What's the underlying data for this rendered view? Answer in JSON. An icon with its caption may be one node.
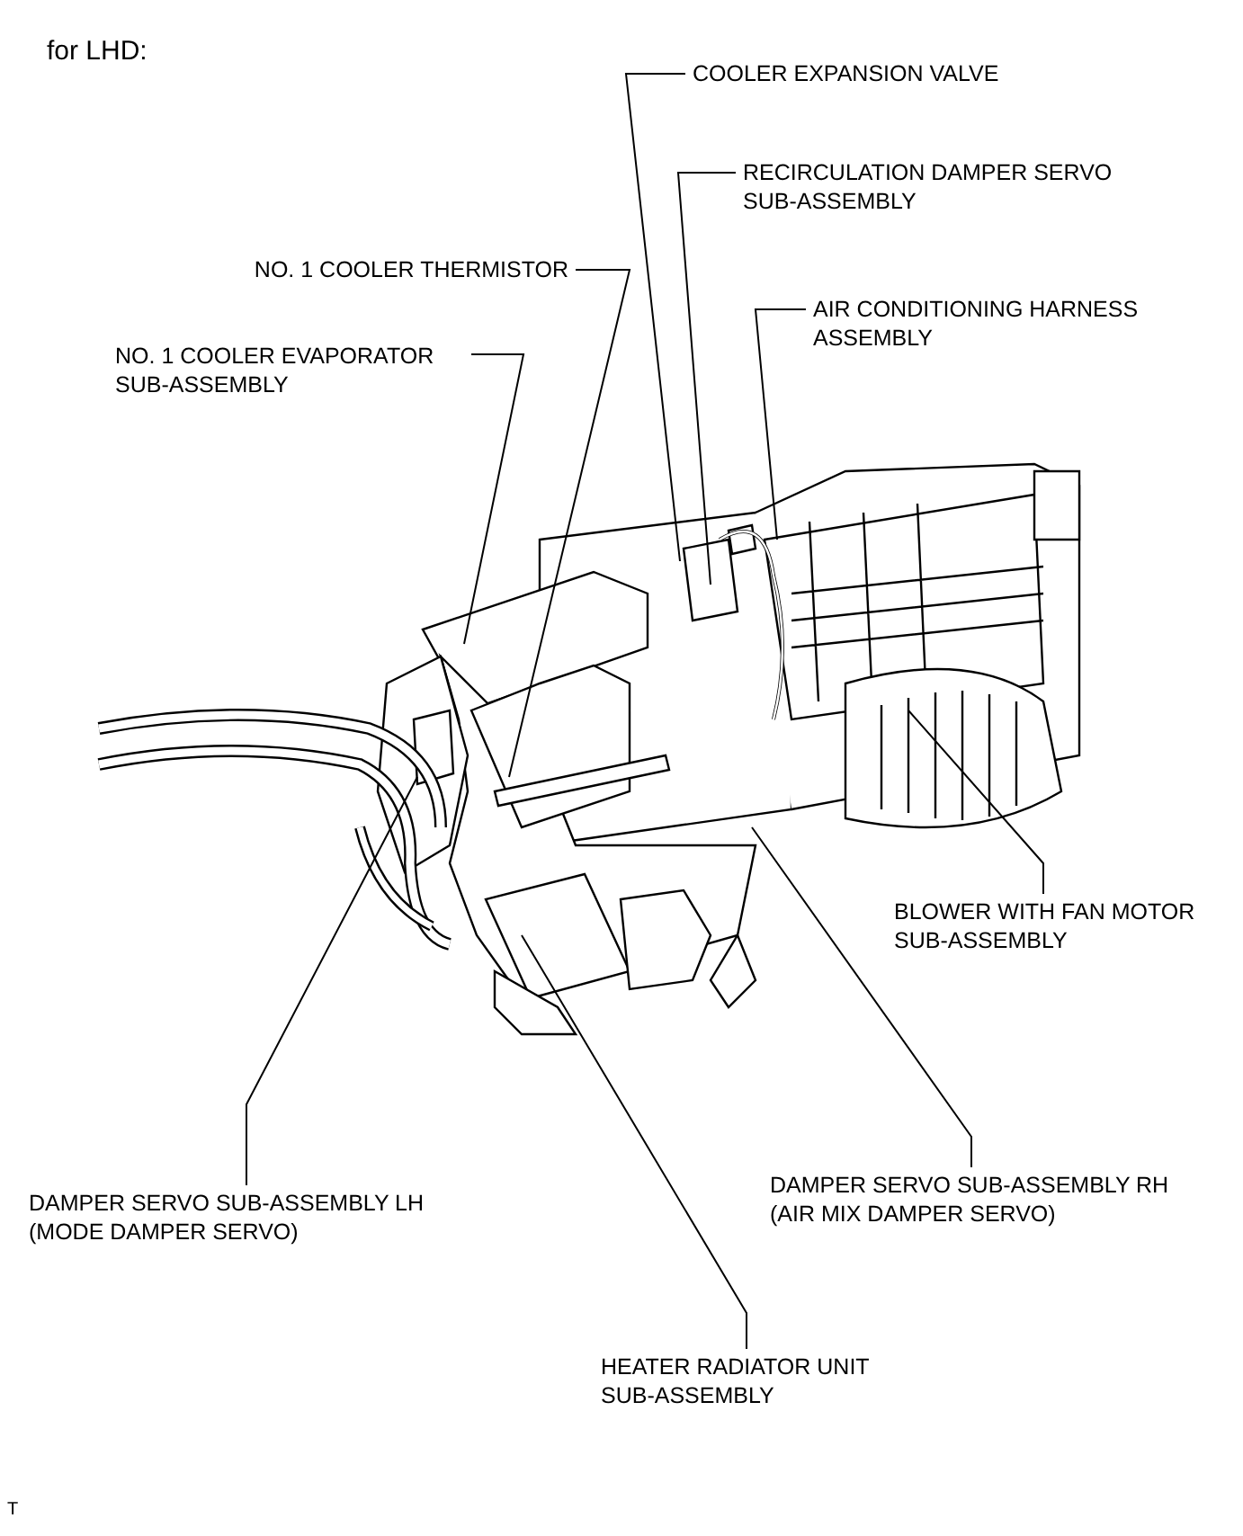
{
  "diagram": {
    "title": "for LHD:",
    "nodes": [
      {
        "text": [
          "COOLER EXPANSION VALVE"
        ]
      },
      {
        "text": [
          "RECIRCULATION DAMPER SERVO SUB-ASSEMBLY"
        ]
      },
      {
        "text": [
          "NO. 1 COOLER THERMISTOR"
        ]
      },
      {
        "text": [
          "AIR CONDITIONING HARNESS ASSEMBLY"
        ]
      },
      {
        "text": [
          "NO. 1 COOLER EVAPORATOR SUB-ASSEMBLY"
        ]
      },
      {
        "text": [
          "BLOWER WITH FAN MOTOR SUB-ASSEMBLY"
        ]
      },
      {
        "text": [
          "DAMPER SERVO SUB-ASSEMBLY RH (AIR MIX DAMPER SERVO)"
        ]
      },
      {
        "text": [
          "DAMPER SERVO SUB-ASSEMBLY LH (MODE DAMPER SERVO)"
        ]
      },
      {
        "text": [
          "HEATER RADIATOR UNIT SUB-ASSEMBLY"
        ]
      }
    ],
    "edges": [
      {
        "from": 0,
        "to": null,
        "arrow": "none"
      },
      {
        "from": 1,
        "to": null,
        "arrow": "none"
      },
      {
        "from": 2,
        "to": null,
        "arrow": "none"
      },
      {
        "from": 3,
        "to": null,
        "arrow": "none"
      },
      {
        "from": 4,
        "to": null,
        "arrow": "none"
      },
      {
        "from": 5,
        "to": null,
        "arrow": "none"
      },
      {
        "from": 6,
        "to": null,
        "arrow": "none"
      },
      {
        "from": 7,
        "to": null,
        "arrow": "none"
      },
      {
        "from": 8,
        "to": null,
        "arrow": "none"
      }
    ],
    "labels": [
      "T"
    ]
  }
}
